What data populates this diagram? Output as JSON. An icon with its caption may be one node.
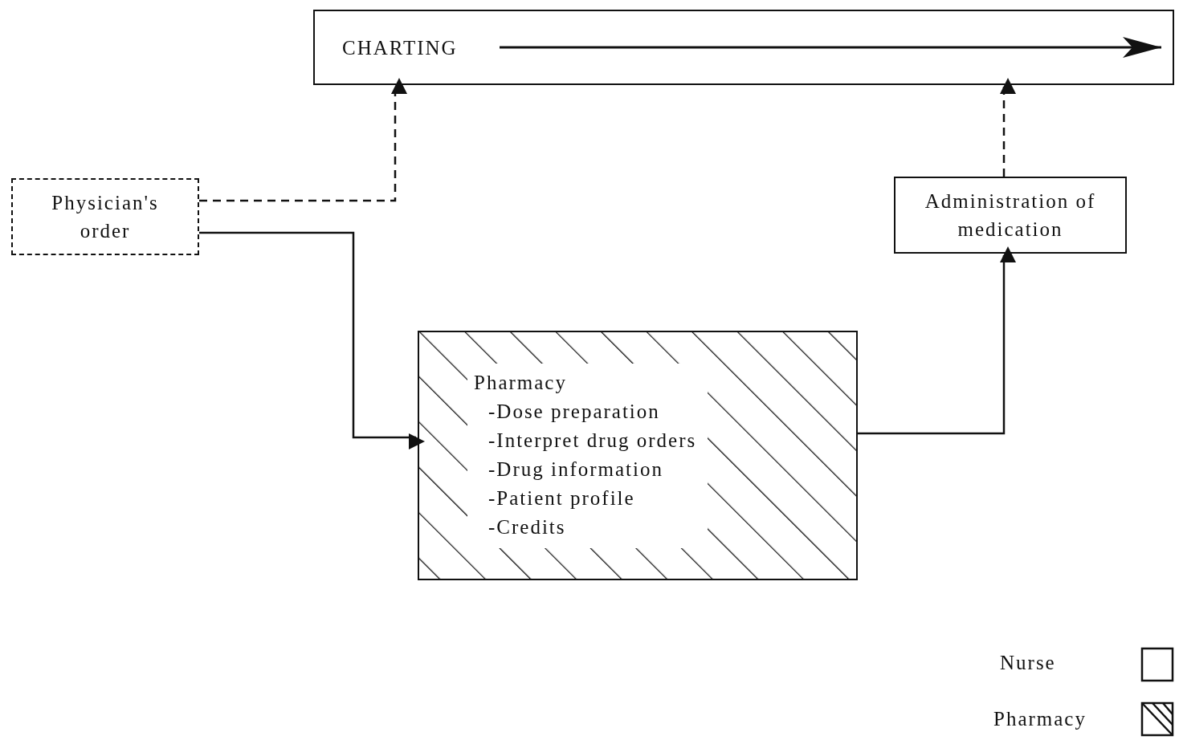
{
  "diagram": {
    "nodes": [
      {
        "text": [
          "CHARTING"
        ]
      },
      {
        "text": [
          "Physician's order"
        ]
      },
      {
        "text": [
          "Administration of medication"
        ]
      },
      {
        "text": [
          "Pharmacy",
          "-Dose preparation",
          "-Interpret drug orders",
          "-Drug information",
          "-Patient profile",
          "-Credits"
        ]
      }
    ],
    "edges": [
      {
        "from": 1,
        "to": 0,
        "arrow": "to",
        "style": "dashed"
      },
      {
        "from": 1,
        "to": 3,
        "arrow": "to"
      },
      {
        "from": 3,
        "to": 2,
        "arrow": "to"
      },
      {
        "from": 2,
        "to": 0,
        "arrow": "to",
        "style": "dashed"
      }
    ],
    "legend": [
      {
        "text": "Nurse"
      },
      {
        "text": "Pharmacy"
      }
    ]
  }
}
